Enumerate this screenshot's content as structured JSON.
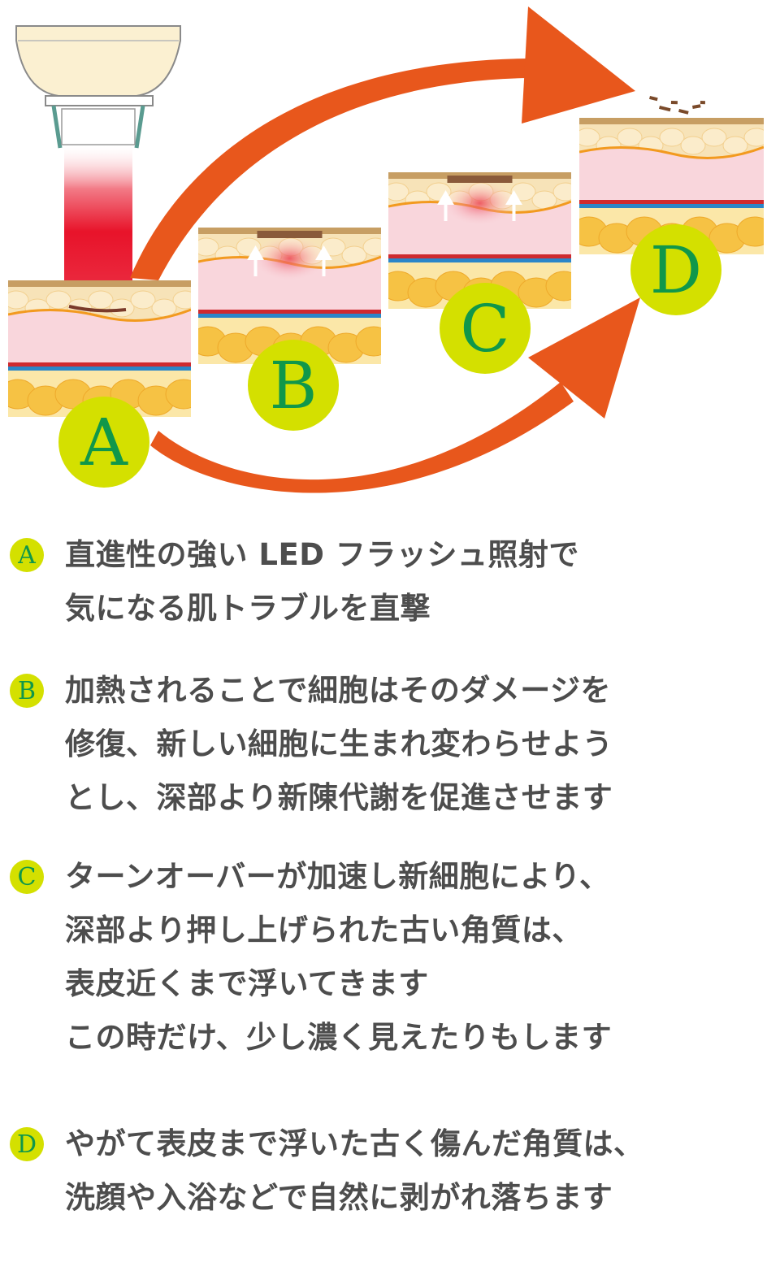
{
  "diagram": {
    "stage_labels": [
      "A",
      "B",
      "C",
      "D"
    ],
    "colors": {
      "arrow": "#e8571c",
      "badge_fill": "#d4e000",
      "badge_letter": "#10974a",
      "light": "#e8132a",
      "dermis": "#f9d6dc",
      "fat": "#f6c244",
      "epidermis": "#c79e63",
      "vessel_red": "#cf2a2f",
      "vessel_blue": "#2b86c8"
    },
    "icons": [
      "led-lamp-icon",
      "skin-layer-icon",
      "arrow-icon"
    ]
  },
  "items": [
    {
      "label": "A",
      "lines": [
        "直進性の強い LED フラッシュ照射で",
        "気になる肌トラブルを直撃"
      ]
    },
    {
      "label": "B",
      "lines": [
        "加熱されることで細胞はそのダメージを",
        "修復、新しい細胞に生まれ変わらせよう",
        "とし、深部より新陳代謝を促進させます"
      ]
    },
    {
      "label": "C",
      "lines": [
        "ターンオーバーが加速し新細胞により、",
        "深部より押し上げられた古い角質は、",
        "表皮近くまで浮いてきます",
        "この時だけ、少し濃く見えたりもします"
      ]
    },
    {
      "label": "D",
      "lines": [
        "やがて表皮まで浮いた古く傷んだ角質は、",
        "洗顔や入浴などで自然に剥がれ落ちます"
      ]
    }
  ]
}
